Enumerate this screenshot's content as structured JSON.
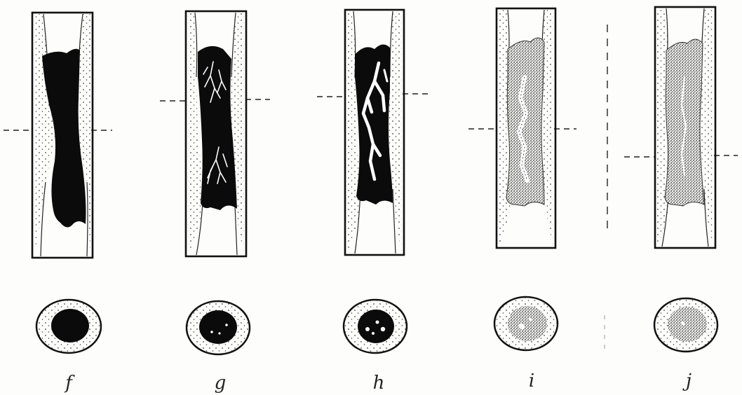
{
  "figure": {
    "panels": [
      {
        "label": "f",
        "state": "solid-black"
      },
      {
        "label": "g",
        "state": "black-with-fine-channels"
      },
      {
        "label": "h",
        "state": "black-with-wide-channels"
      },
      {
        "label": "i",
        "state": "stippled-with-channel"
      },
      {
        "label": "j",
        "state": "stippled-fully"
      }
    ],
    "colors": {
      "ink": "#111111",
      "paper": "#fdfdfb",
      "stipple": "#3a3a3a"
    }
  }
}
